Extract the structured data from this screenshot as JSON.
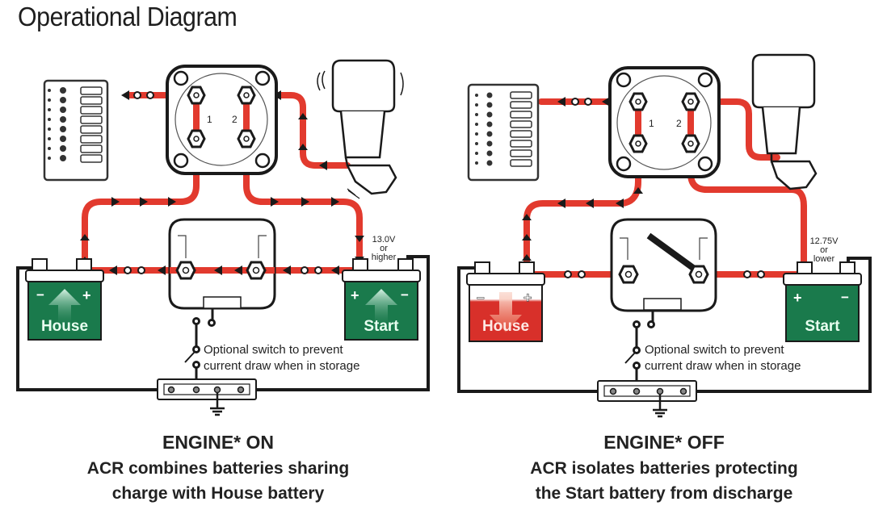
{
  "title": "Operational Diagram",
  "colors": {
    "wire_red": "#e23a2e",
    "wire_black": "#1a1a1a",
    "battery_green": "#1a7a4c",
    "battery_red": "#d8302a",
    "arrow_light": "#cfeee0"
  },
  "panels": [
    {
      "state": "ENGINE* ON",
      "caption_line1": "ACR combines batteries sharing",
      "caption_line2": "charge with House battery",
      "voltage_line1": "13.0V",
      "voltage_line2": "or",
      "voltage_line3": "higher",
      "house_battery": {
        "label": "House",
        "status": "charging",
        "neg": "−",
        "pos": "+"
      },
      "start_battery": {
        "label": "Start",
        "status": "charging",
        "neg": "−",
        "pos": "+"
      },
      "switch_labels": [
        "1",
        "2"
      ],
      "note_line1": "Optional switch to prevent",
      "note_line2": "current draw when in storage"
    },
    {
      "state": "ENGINE* OFF",
      "caption_line1": "ACR isolates batteries protecting",
      "caption_line2": "the Start battery from discharge",
      "voltage_line1": "12.75V",
      "voltage_line2": "or",
      "voltage_line3": "lower",
      "house_battery": {
        "label": "House",
        "status": "discharging",
        "neg": "−",
        "pos": "+"
      },
      "start_battery": {
        "label": "Start",
        "status": "isolated",
        "neg": "−",
        "pos": "+"
      },
      "switch_labels": [
        "1",
        "2"
      ],
      "note_line1": "Optional switch to prevent",
      "note_line2": "current draw when in storage"
    }
  ]
}
